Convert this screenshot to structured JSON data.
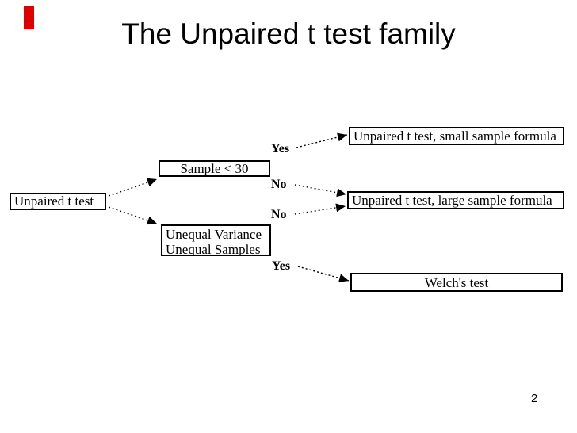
{
  "slide": {
    "title": "The Unpaired t test family",
    "page_number": "2",
    "accent_color": "#dd0000"
  },
  "diagram": {
    "nodes": {
      "root": {
        "label": "Unpaired t test"
      },
      "sample": {
        "label": "Sample < 30"
      },
      "unequal": {
        "line1": "Unequal Variance",
        "line2": "Unequal Samples"
      },
      "small": {
        "label": "Unpaired t test, small sample formula"
      },
      "large": {
        "label": "Unpaired t test, large sample formula"
      },
      "welch": {
        "label": "Welch's test"
      }
    },
    "edge_labels": {
      "yes_top": "Yes",
      "no_top": "No",
      "no_bottom": "No",
      "yes_bottom": "Yes"
    }
  }
}
